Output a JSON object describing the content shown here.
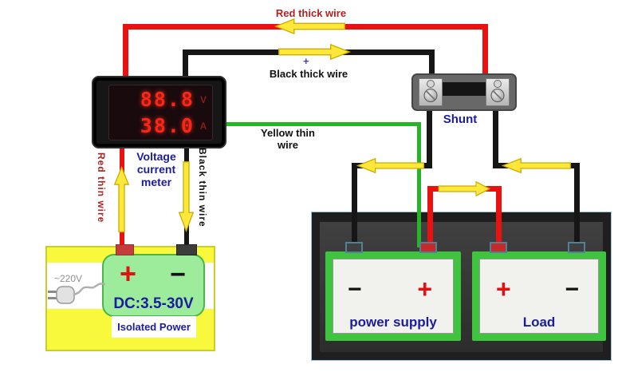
{
  "labels": {
    "red_thick_wire": "Red thick wire",
    "black_thick_wire": "Black thick wire",
    "black_wire_plus": "+",
    "yellow_thin_line1": "Yellow thin",
    "yellow_thin_line2": "wire",
    "shunt": "Shunt",
    "meter_line1": "Voltage",
    "meter_line2": "current",
    "meter_line3": "meter",
    "red_thin_wire": "Red thin wire",
    "black_thin_wire": "Black thin wire"
  },
  "meter": {
    "volts": "88.8",
    "volt_unit": "V",
    "amps": "38.0",
    "amp_unit": "A"
  },
  "isolated_power": {
    "mains": "~220V",
    "plus": "+",
    "minus": "−",
    "range": "DC:3.5-30V",
    "caption": "Isolated Power"
  },
  "power_supply": {
    "minus": "−",
    "plus": "+",
    "caption": "power supply"
  },
  "load": {
    "plus": "+",
    "minus": "−",
    "caption": "Load"
  },
  "colors": {
    "red_wire": "#ea1111",
    "black_wire": "#161616",
    "green_wire": "#27b427",
    "arrow_yellow": "#ffe83a",
    "label_blue": "#1c1c9e",
    "label_dark_red": "#b22222"
  }
}
